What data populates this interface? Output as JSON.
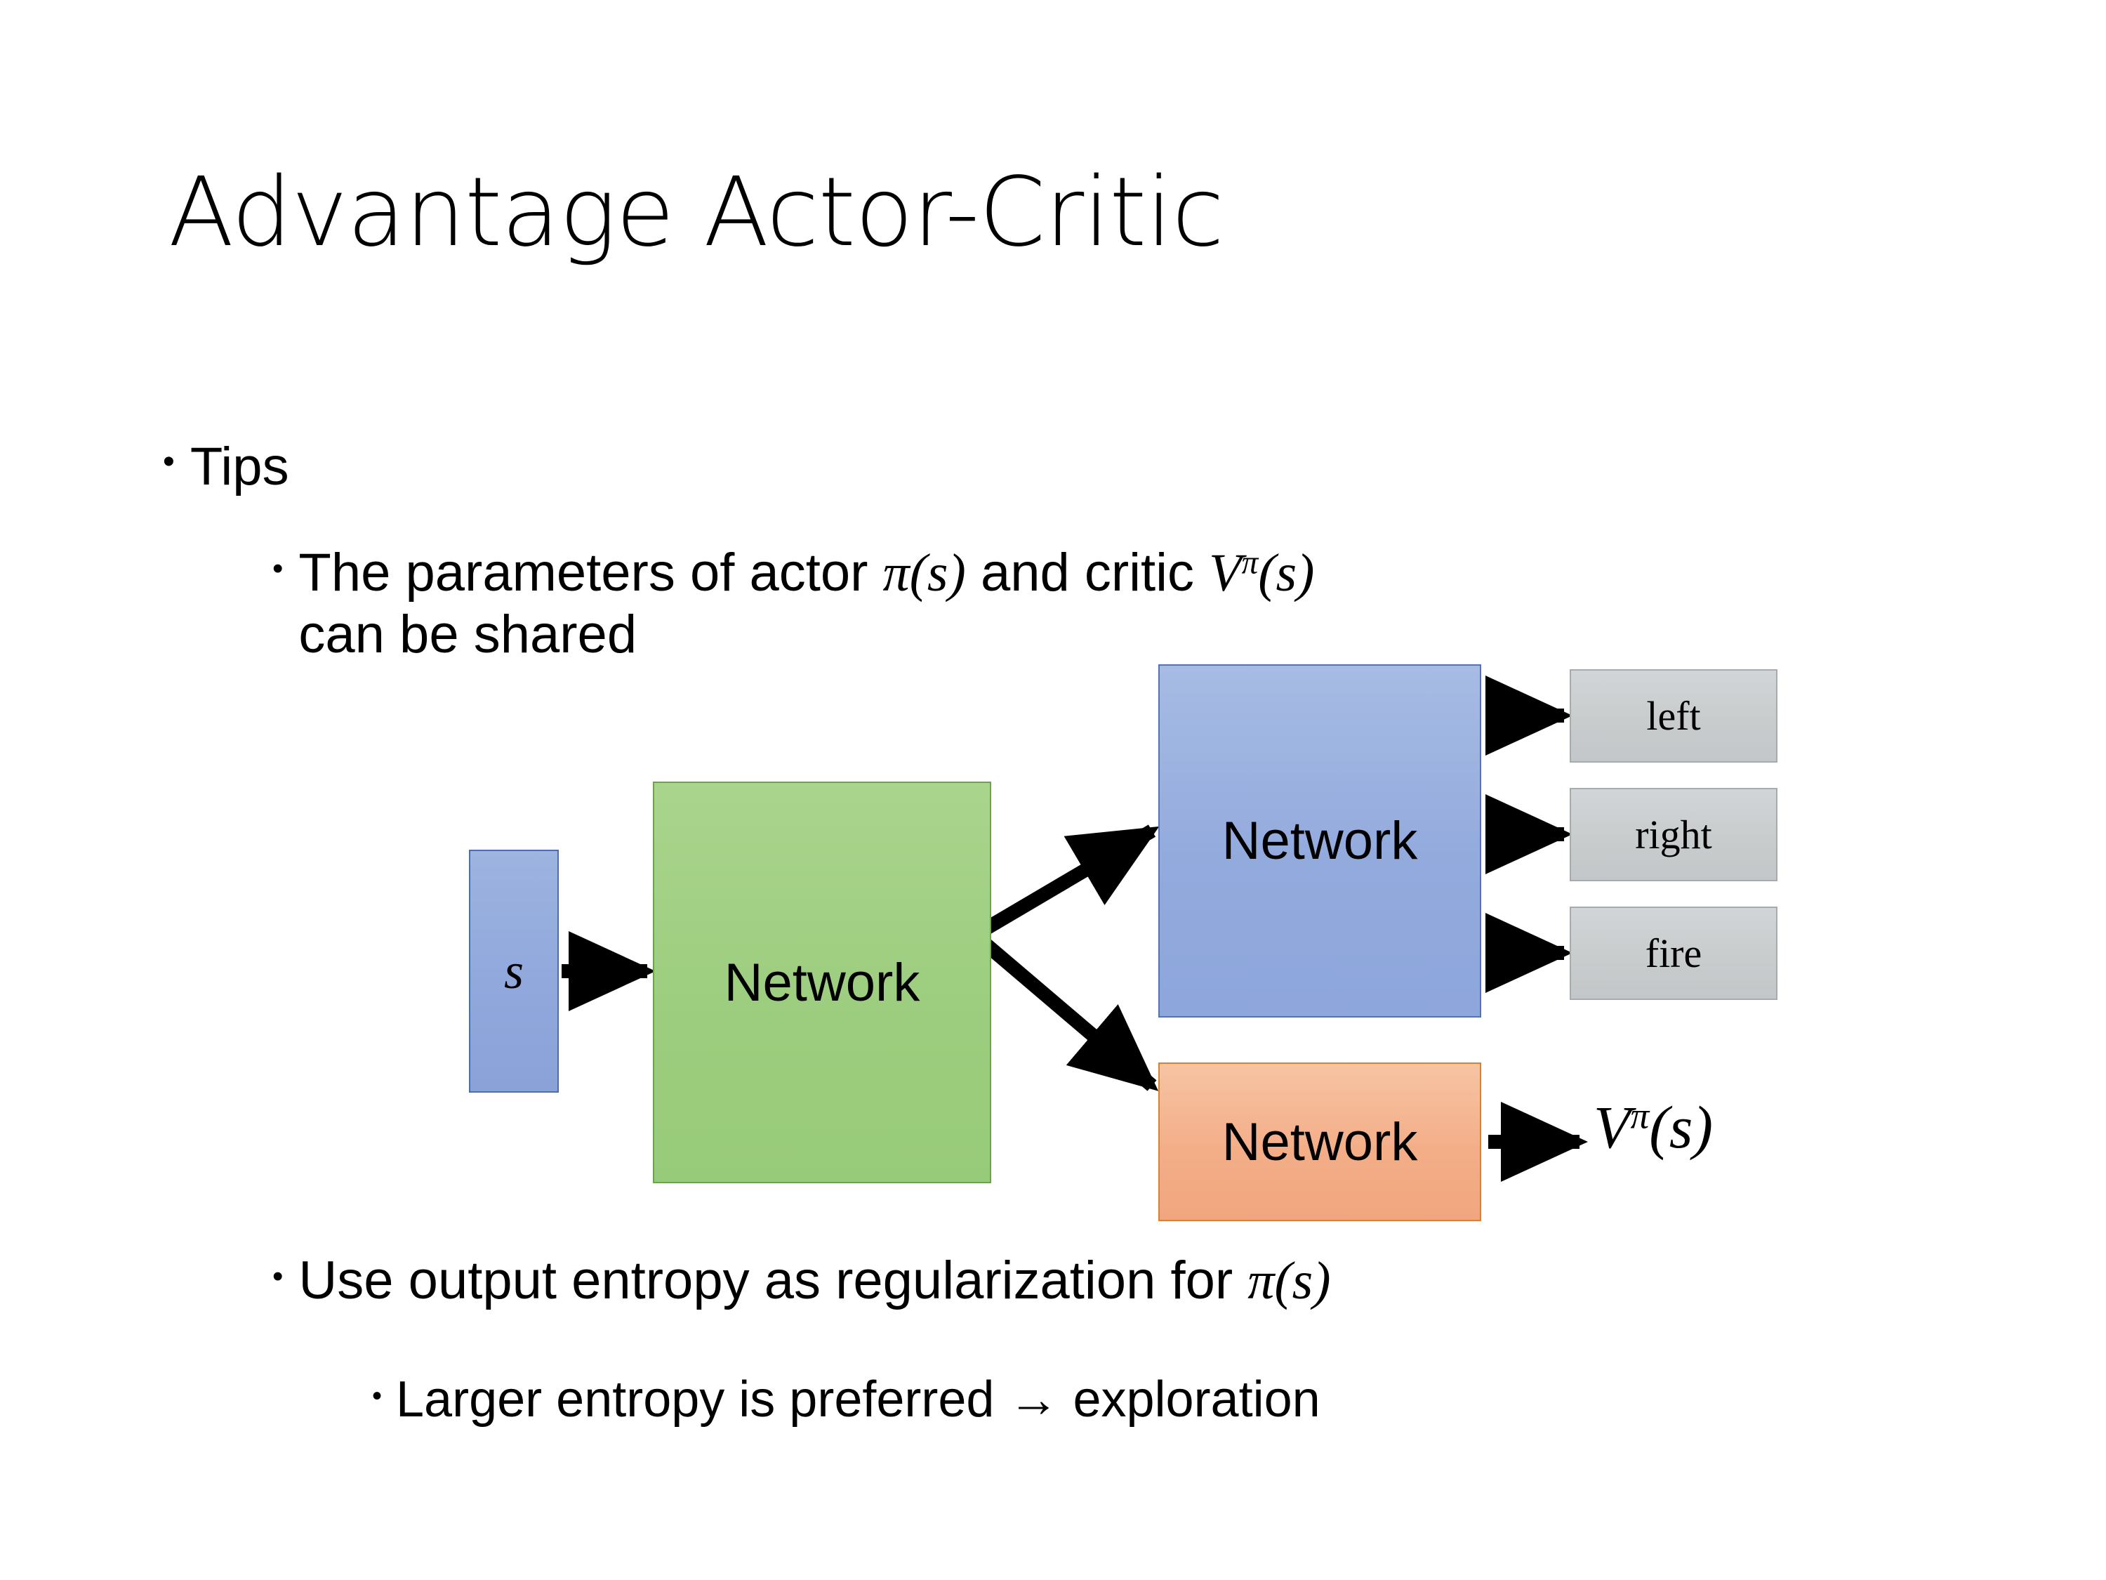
{
  "slide": {
    "title": "Advantage Actor-Critic",
    "background": "#ffffff"
  },
  "bullets": {
    "tips": {
      "marker": "•",
      "text": "Tips"
    },
    "shared_params": {
      "marker": "•",
      "text_before_pi": "The parameters of actor ",
      "pi_of_s": "π(s)",
      "text_middle": "  and critic ",
      "v_base": "V",
      "v_sup": "π",
      "v_arg": "(s)",
      "text_line2": "can be shared"
    },
    "entropy": {
      "marker": "•",
      "text_before_pi": "Use output entropy as regularization for ",
      "pi_of_s": "π(s)"
    },
    "larger_entropy": {
      "marker": "•",
      "text": "Larger entropy is preferred → exploration"
    }
  },
  "diagram": {
    "state_box": {
      "label": "s",
      "color": "#8fa8dc",
      "border": "#4a6fad"
    },
    "shared_network": {
      "label": "Network",
      "color": "#9ccd7e",
      "border": "#6aa54b"
    },
    "actor_network": {
      "label": "Network",
      "color": "#93aadd",
      "border": "#5274b4"
    },
    "critic_network": {
      "label": "Network",
      "color": "#f1a67e",
      "border": "#d9812f"
    },
    "actions": [
      {
        "label": "left"
      },
      {
        "label": "right"
      },
      {
        "label": "fire"
      }
    ],
    "value_output": {
      "v_base": "V",
      "v_sup": "π",
      "v_arg": "(s)"
    },
    "arrow_color": "#000000"
  }
}
